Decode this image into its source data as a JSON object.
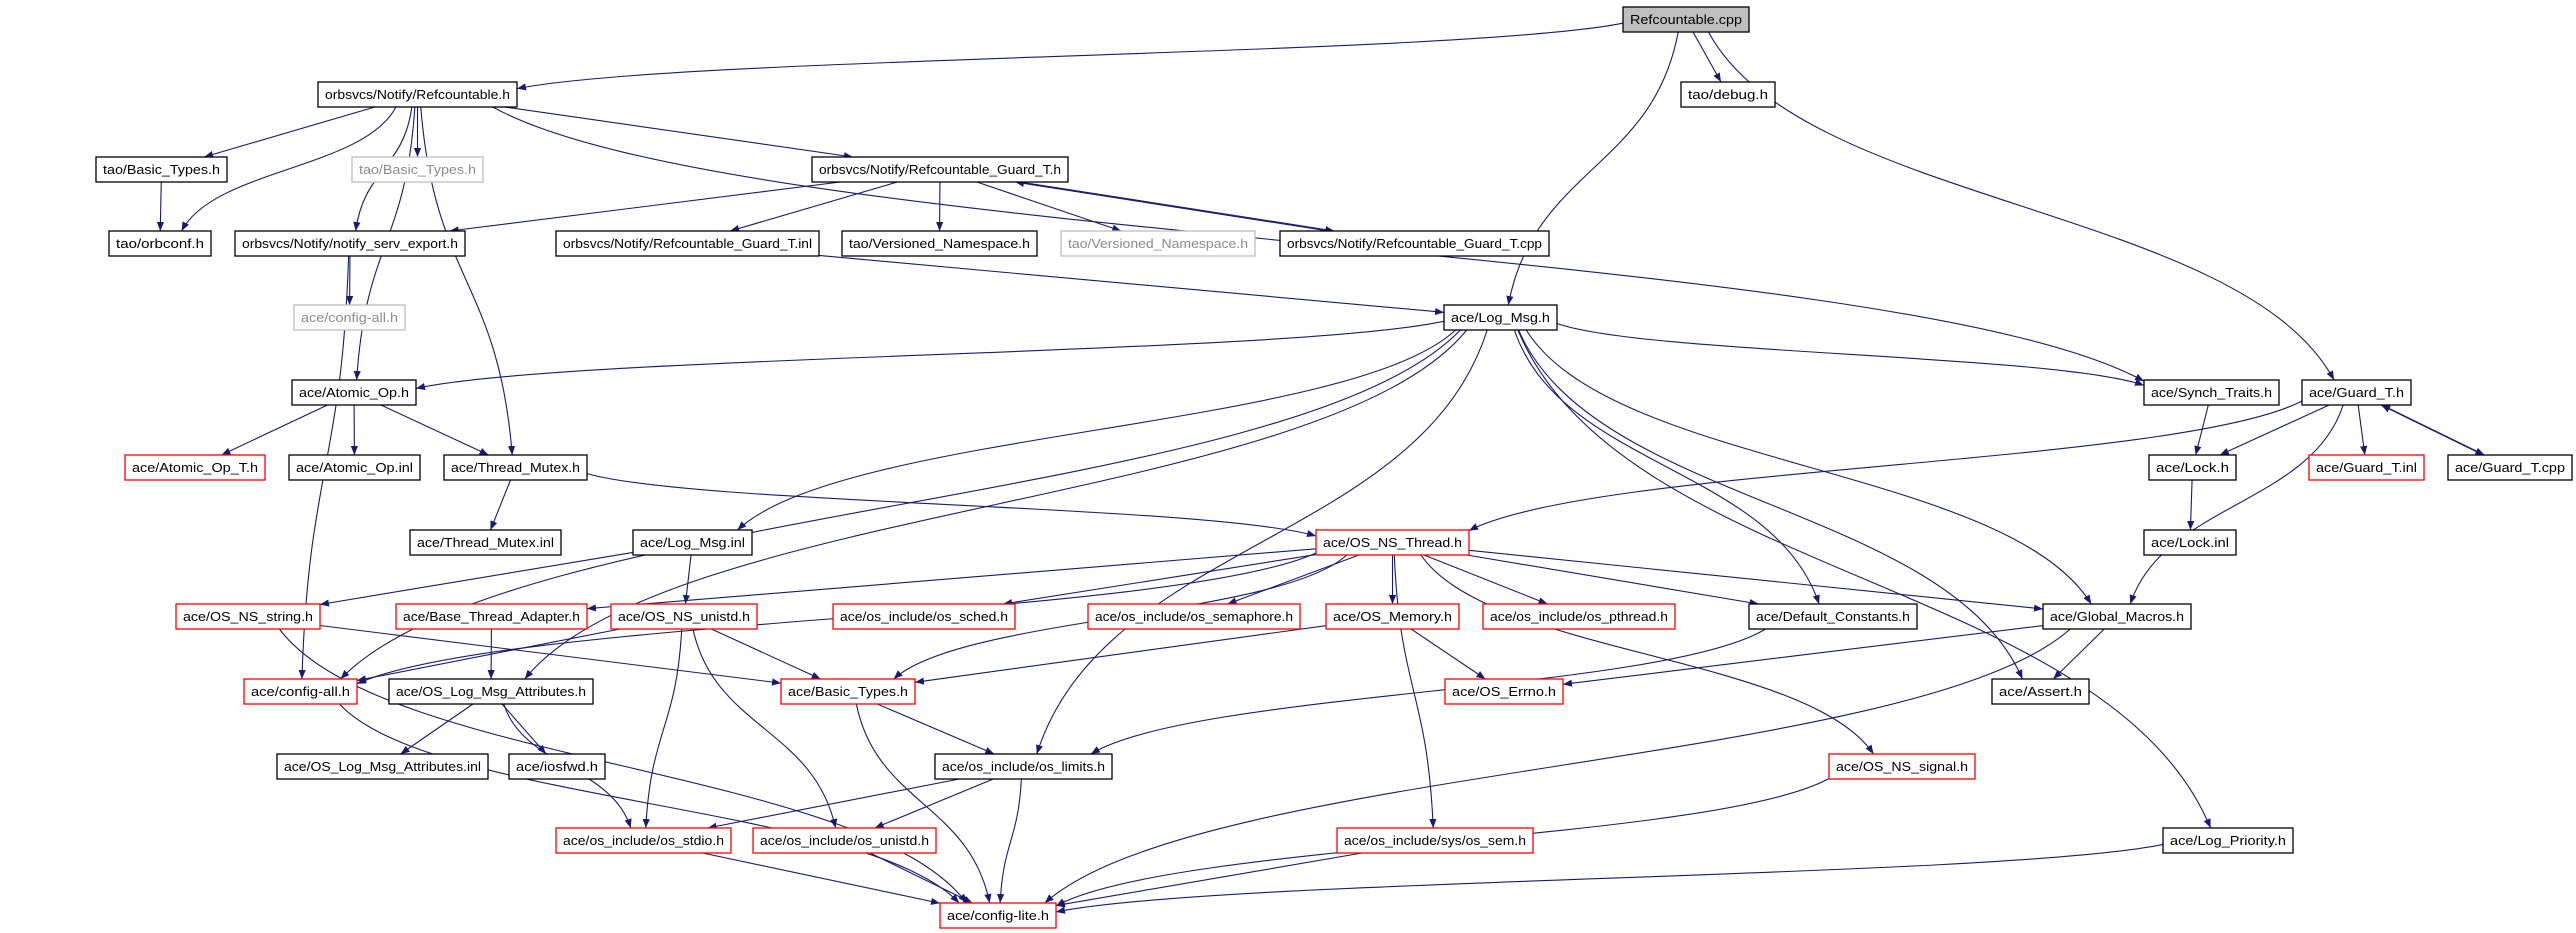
{
  "graph": {
    "colors": {
      "edge": "#191970",
      "incomplete_border": "#ff0000",
      "excluded_border": "#bfbfbf",
      "root_fill": "#bfbfbf",
      "normal_border": "#000000"
    },
    "nodes": [
      {
        "id": "cpp",
        "label": "Refcountable.cpp",
        "style": "root"
      },
      {
        "id": "refh",
        "label": "orbsvcs/Notify/Refcountable.h",
        "style": "normal"
      },
      {
        "id": "debug",
        "label": "tao/debug.h",
        "style": "normal"
      },
      {
        "id": "taobt",
        "label": "tao/Basic_Types.h",
        "style": "normal"
      },
      {
        "id": "taobt2",
        "label": "tao/Basic_Types.h",
        "style": "gray"
      },
      {
        "id": "rgth",
        "label": "orbsvcs/Notify/Refcountable_Guard_T.h",
        "style": "normal"
      },
      {
        "id": "orbconf",
        "label": "tao/orbconf.h",
        "style": "normal"
      },
      {
        "id": "nse",
        "label": "orbsvcs/Notify/notify_serv_export.h",
        "style": "normal"
      },
      {
        "id": "rgtinl",
        "label": "orbsvcs/Notify/Refcountable_Guard_T.inl",
        "style": "normal"
      },
      {
        "id": "vns",
        "label": "tao/Versioned_Namespace.h",
        "style": "normal"
      },
      {
        "id": "vns2",
        "label": "tao/Versioned_Namespace.h",
        "style": "gray"
      },
      {
        "id": "rgtcpp",
        "label": "orbsvcs/Notify/Refcountable_Guard_T.cpp",
        "style": "normal"
      },
      {
        "id": "cfgall2",
        "label": "ace/config-all.h",
        "style": "gray"
      },
      {
        "id": "logmsg",
        "label": "ace/Log_Msg.h",
        "style": "normal"
      },
      {
        "id": "atomic",
        "label": "ace/Atomic_Op.h",
        "style": "normal"
      },
      {
        "id": "synch",
        "label": "ace/Synch_Traits.h",
        "style": "normal"
      },
      {
        "id": "guardh",
        "label": "ace/Guard_T.h",
        "style": "normal"
      },
      {
        "id": "atomict",
        "label": "ace/Atomic_Op_T.h",
        "style": "red"
      },
      {
        "id": "atomicinl",
        "label": "ace/Atomic_Op.inl",
        "style": "normal"
      },
      {
        "id": "tmutex",
        "label": "ace/Thread_Mutex.h",
        "style": "normal"
      },
      {
        "id": "lock",
        "label": "ace/Lock.h",
        "style": "normal"
      },
      {
        "id": "guardinl",
        "label": "ace/Guard_T.inl",
        "style": "red"
      },
      {
        "id": "guardcpp",
        "label": "ace/Guard_T.cpp",
        "style": "normal"
      },
      {
        "id": "tmutexinl",
        "label": "ace/Thread_Mutex.inl",
        "style": "normal"
      },
      {
        "id": "logmsginl",
        "label": "ace/Log_Msg.inl",
        "style": "normal"
      },
      {
        "id": "osthread",
        "label": "ace/OS_NS_Thread.h",
        "style": "red"
      },
      {
        "id": "lockinl",
        "label": "ace/Lock.inl",
        "style": "normal"
      },
      {
        "id": "osstring",
        "label": "ace/OS_NS_string.h",
        "style": "red"
      },
      {
        "id": "bta",
        "label": "ace/Base_Thread_Adapter.h",
        "style": "red"
      },
      {
        "id": "osunistd",
        "label": "ace/OS_NS_unistd.h",
        "style": "red"
      },
      {
        "id": "ossched",
        "label": "ace/os_include/os_sched.h",
        "style": "red"
      },
      {
        "id": "ossema",
        "label": "ace/os_include/os_semaphore.h",
        "style": "red"
      },
      {
        "id": "osmem",
        "label": "ace/OS_Memory.h",
        "style": "red"
      },
      {
        "id": "ospthread",
        "label": "ace/os_include/os_pthread.h",
        "style": "red"
      },
      {
        "id": "defconst",
        "label": "ace/Default_Constants.h",
        "style": "normal"
      },
      {
        "id": "gmacros",
        "label": "ace/Global_Macros.h",
        "style": "normal"
      },
      {
        "id": "cfgall",
        "label": "ace/config-all.h",
        "style": "red"
      },
      {
        "id": "olma",
        "label": "ace/OS_Log_Msg_Attributes.h",
        "style": "normal"
      },
      {
        "id": "acebt",
        "label": "ace/Basic_Types.h",
        "style": "red"
      },
      {
        "id": "oserrno",
        "label": "ace/OS_Errno.h",
        "style": "red"
      },
      {
        "id": "assert",
        "label": "ace/Assert.h",
        "style": "normal"
      },
      {
        "id": "olmainl",
        "label": "ace/OS_Log_Msg_Attributes.inl",
        "style": "normal"
      },
      {
        "id": "iosfwd",
        "label": "ace/iosfwd.h",
        "style": "normal"
      },
      {
        "id": "oslimits",
        "label": "ace/os_include/os_limits.h",
        "style": "normal"
      },
      {
        "id": "ossignal",
        "label": "ace/OS_NS_signal.h",
        "style": "red"
      },
      {
        "id": "osstdio",
        "label": "ace/os_include/os_stdio.h",
        "style": "red"
      },
      {
        "id": "osunistdh",
        "label": "ace/os_include/os_unistd.h",
        "style": "red"
      },
      {
        "id": "ossem",
        "label": "ace/os_include/sys/os_sem.h",
        "style": "red"
      },
      {
        "id": "logprio",
        "label": "ace/Log_Priority.h",
        "style": "normal"
      },
      {
        "id": "cfglite",
        "label": "ace/config-lite.h",
        "style": "red"
      }
    ],
    "edges": [
      [
        "cpp",
        "refh"
      ],
      [
        "cpp",
        "debug"
      ],
      [
        "cpp",
        "logmsg"
      ],
      [
        "cpp",
        "guardh"
      ],
      [
        "refh",
        "taobt"
      ],
      [
        "refh",
        "taobt2"
      ],
      [
        "refh",
        "orbconf"
      ],
      [
        "refh",
        "nse"
      ],
      [
        "refh",
        "rgth"
      ],
      [
        "refh",
        "synch"
      ],
      [
        "refh",
        "atomic"
      ],
      [
        "refh",
        "tmutex"
      ],
      [
        "taobt",
        "orbconf"
      ],
      [
        "rgth",
        "nse"
      ],
      [
        "rgth",
        "rgtinl"
      ],
      [
        "rgth",
        "vns"
      ],
      [
        "rgth",
        "vns2"
      ],
      [
        "rgth",
        "rgtcpp"
      ],
      [
        "rgtcpp",
        "rgth"
      ],
      [
        "rgtinl",
        "logmsg"
      ],
      [
        "nse",
        "cfgall2"
      ],
      [
        "nse",
        "cfgall"
      ],
      [
        "logmsg",
        "atomic"
      ],
      [
        "logmsg",
        "synch"
      ],
      [
        "logmsg",
        "logmsginl"
      ],
      [
        "logmsg",
        "olma"
      ],
      [
        "logmsg",
        "defconst"
      ],
      [
        "logmsg",
        "assert"
      ],
      [
        "logmsg",
        "gmacros"
      ],
      [
        "logmsg",
        "logprio"
      ],
      [
        "logmsg",
        "oslimits"
      ],
      [
        "logmsg",
        "cfgall"
      ],
      [
        "atomic",
        "atomict"
      ],
      [
        "atomic",
        "atomicinl"
      ],
      [
        "atomic",
        "tmutex"
      ],
      [
        "tmutex",
        "tmutexinl"
      ],
      [
        "tmutex",
        "osthread"
      ],
      [
        "synch",
        "lock"
      ],
      [
        "guardh",
        "lock"
      ],
      [
        "guardh",
        "guardinl"
      ],
      [
        "guardh",
        "guardcpp"
      ],
      [
        "guardcpp",
        "guardh"
      ],
      [
        "guardh",
        "osthread"
      ],
      [
        "guardh",
        "gmacros"
      ],
      [
        "lock",
        "lockinl"
      ],
      [
        "logmsginl",
        "osstring"
      ],
      [
        "logmsginl",
        "osunistd"
      ],
      [
        "osthread",
        "cfgall"
      ],
      [
        "osthread",
        "bta"
      ],
      [
        "osthread",
        "ossched"
      ],
      [
        "osthread",
        "ossema"
      ],
      [
        "osthread",
        "osmem"
      ],
      [
        "osthread",
        "ospthread"
      ],
      [
        "osthread",
        "defconst"
      ],
      [
        "osthread",
        "gmacros"
      ],
      [
        "osthread",
        "acebt"
      ],
      [
        "osthread",
        "ossem"
      ],
      [
        "osthread",
        "ossignal"
      ],
      [
        "osstring",
        "acebt"
      ],
      [
        "osstring",
        "cfglite"
      ],
      [
        "bta",
        "olma"
      ],
      [
        "osunistd",
        "cfgall"
      ],
      [
        "osunistd",
        "acebt"
      ],
      [
        "osunistd",
        "osstdio"
      ],
      [
        "osunistd",
        "osunistdh"
      ],
      [
        "osmem",
        "acebt"
      ],
      [
        "osmem",
        "oserrno"
      ],
      [
        "defconst",
        "oslimits"
      ],
      [
        "gmacros",
        "oserrno"
      ],
      [
        "gmacros",
        "assert"
      ],
      [
        "gmacros",
        "cfglite"
      ],
      [
        "cfgall",
        "cfglite"
      ],
      [
        "olma",
        "olmainl"
      ],
      [
        "olma",
        "iosfwd"
      ],
      [
        "olma",
        "osstdio"
      ],
      [
        "acebt",
        "oslimits"
      ],
      [
        "acebt",
        "cfglite"
      ],
      [
        "oslimits",
        "osstdio"
      ],
      [
        "oslimits",
        "osunistdh"
      ],
      [
        "oslimits",
        "cfglite"
      ],
      [
        "osstdio",
        "cfglite"
      ],
      [
        "osunistdh",
        "cfglite"
      ],
      [
        "ossem",
        "cfglite"
      ],
      [
        "ossignal",
        "cfglite"
      ],
      [
        "logprio",
        "cfglite"
      ]
    ]
  }
}
